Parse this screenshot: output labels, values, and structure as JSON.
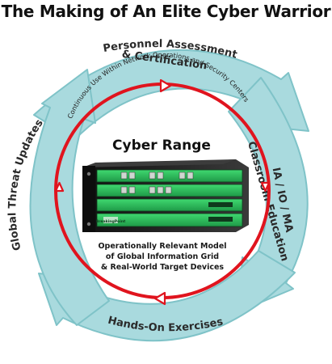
{
  "title": "The Making of An Elite Cyber Warrior",
  "cycle_steps": [
    {
      "line1": "Personnel Assessment",
      "line2": "& Certification"
    },
    {
      "line1": "IA / IO / MA",
      "line2": "Classroom Education"
    },
    {
      "line1": "Hands-On Exercises"
    },
    {
      "line1": "Global Threat Updates"
    }
  ],
  "inner_loop_label": "Continuous Use Within Network Operations and Security Centers",
  "center": {
    "title": "Cyber Range",
    "device_brand": "BreakingPoint",
    "description": [
      "Operationally Relevant Model",
      "of Global Information Grid",
      "& Real-World Target Devices"
    ]
  },
  "colors": {
    "arrow_fill": "#a9dade",
    "arrow_stroke": "#7fc3c8",
    "inner_loop": "#e0141e",
    "chassis": "#1c1c1c",
    "blade": "#2dbf5c"
  }
}
